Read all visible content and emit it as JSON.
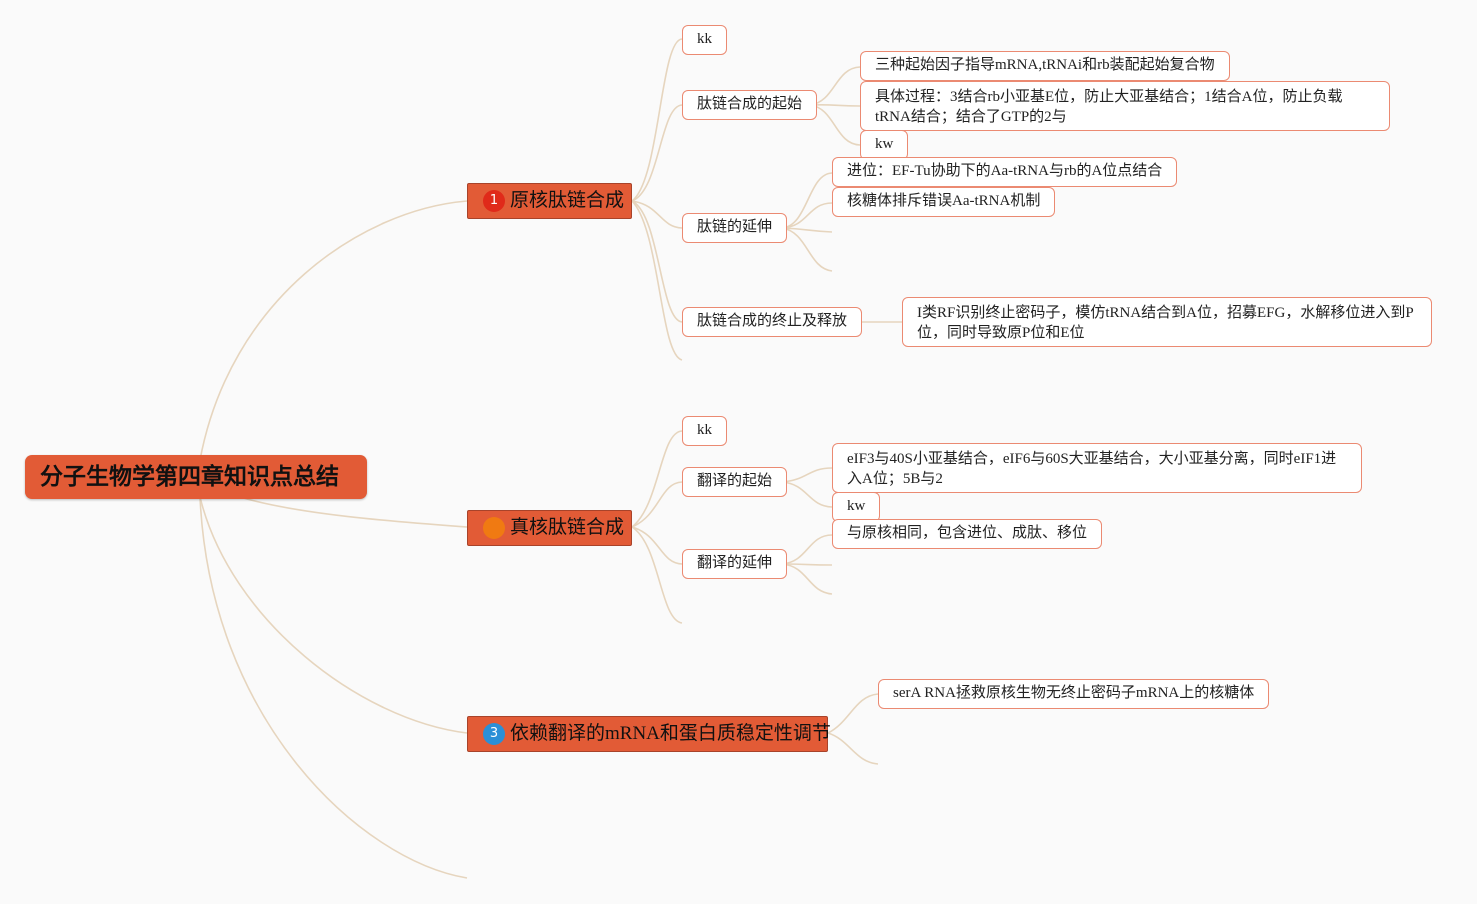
{
  "mindmap": {
    "root": {
      "title": "分子生物学第四章知识点总结"
    },
    "branches": [
      {
        "title": "原核肽链合成",
        "marker": {
          "label": "1",
          "color": "#e02a1a"
        },
        "children": [
          {
            "title": "kk"
          },
          {
            "title": "肽链合成的起始",
            "children": [
              {
                "title": "三种起始因子指导mRNA,tRNAi和rb装配起始复合物"
              },
              {
                "title": "具体过程：3结合rb小亚基E位，防止大亚基结合；1结合A位，防止负载tRNA结合；结合了GTP的2与"
              },
              {
                "title": "kw"
              }
            ]
          },
          {
            "title": "肽链的延伸",
            "children": [
              {
                "title": "进位：EF-Tu协助下的Aa-tRNA与rb的A位点结合"
              },
              {
                "title": "核糖体排斥错误Aa-tRNA机制"
              }
            ]
          },
          {
            "title": "肽链合成的终止及释放",
            "children": [
              {
                "title": "I类RF识别终止密码子，模仿tRNA结合到A位，招募EFG，水解移位进入到P位，同时导致原P位和E位"
              }
            ]
          }
        ]
      },
      {
        "title": "真核肽链合成",
        "marker": {
          "label": "",
          "color": "#f07a12"
        },
        "children": [
          {
            "title": "kk"
          },
          {
            "title": "翻译的起始",
            "children": [
              {
                "title": "eIF3与40S小亚基结合，eIF6与60S大亚基结合，大小亚基分离，同时eIF1进入A位；5B与2"
              },
              {
                "title": "kw"
              }
            ]
          },
          {
            "title": "翻译的延伸",
            "children": [
              {
                "title": "与原核相同，包含进位、成肽、移位"
              }
            ]
          }
        ]
      },
      {
        "title": "依赖翻译的mRNA和蛋白质稳定性调节",
        "marker": {
          "label": "3",
          "color": "#2b8fd6"
        },
        "children": [
          {
            "title": "serA RNA拯救原核生物无终止密码子mRNA上的核糖体"
          }
        ]
      }
    ]
  }
}
